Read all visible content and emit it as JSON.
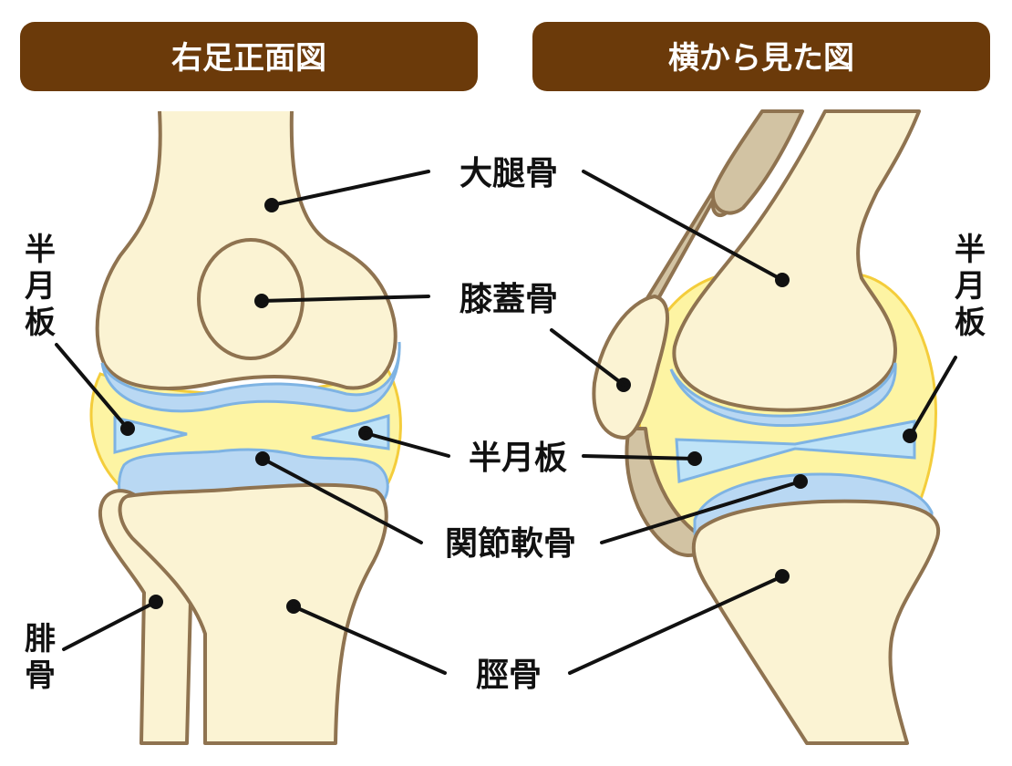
{
  "headers": {
    "front": "右足正面図",
    "side": "横から見た図"
  },
  "labels": {
    "femur": "大腿骨",
    "patella": "膝蓋骨",
    "meniscus": "半月板",
    "cartilage": "関節軟骨",
    "tibia": "脛骨",
    "fibula": [
      "腓",
      "骨"
    ],
    "meniscus_left": [
      "半",
      "月",
      "板"
    ],
    "meniscus_right": [
      "半",
      "月",
      "板"
    ]
  },
  "colors": {
    "header_bg": "#6b3a0a",
    "bone_fill": "#fbf3d3",
    "bone_stroke": "#8f7350",
    "capsule_fill": "#fdf4a3",
    "capsule_stroke": "#f4cd3b",
    "cartilage_fill": "#b9d8f3",
    "cartilage_stroke": "#7eb3e3",
    "meniscus_fill": "#bfe3f7",
    "tendon_fill": "#d2c3a3",
    "leader": "#111111"
  }
}
